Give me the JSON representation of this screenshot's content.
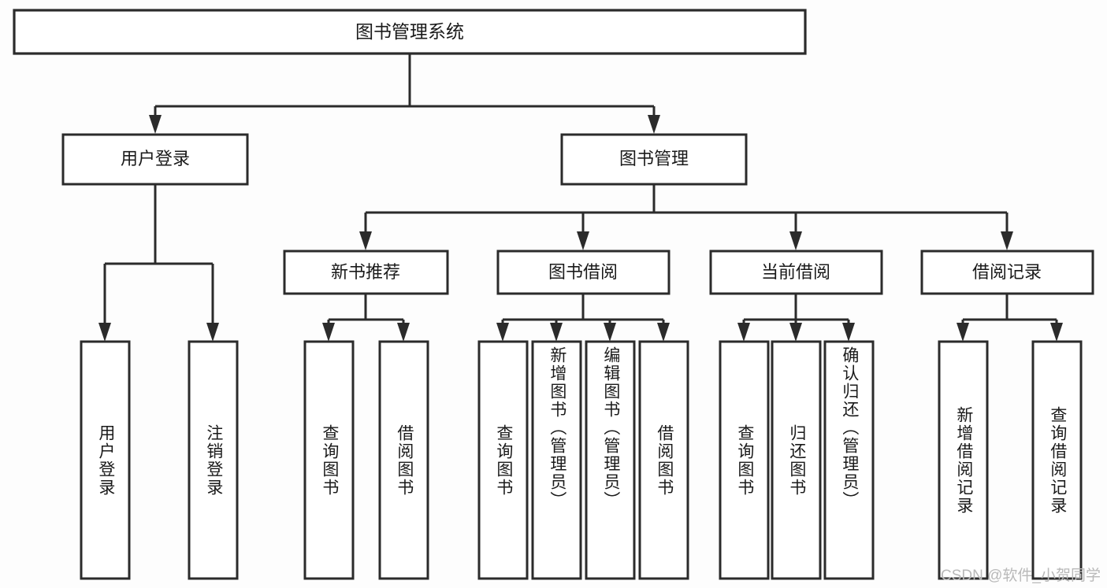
{
  "diagram": {
    "title": "图书管理系统",
    "type": "tree",
    "watermark": "CSDN @软件_小贺同学",
    "colors": {
      "box_stroke": "#2b2b2b",
      "box_fill": "#ffffff",
      "connector": "#2b2b2b",
      "background": "#fdfdfd",
      "text": "#1a1a1a",
      "watermark": "#b9b9b9"
    },
    "root": {
      "id": "root",
      "label": "图书管理系统"
    },
    "level2": [
      {
        "id": "user-login",
        "label": "用户登录"
      },
      {
        "id": "book-management",
        "label": "图书管理"
      }
    ],
    "level3": [
      {
        "id": "new-book-recommend",
        "label": "新书推荐",
        "parent": "book-management"
      },
      {
        "id": "book-borrow",
        "label": "图书借阅",
        "parent": "book-management"
      },
      {
        "id": "current-borrow",
        "label": "当前借阅",
        "parent": "book-management"
      },
      {
        "id": "borrow-record",
        "label": "借阅记录",
        "parent": "book-management"
      }
    ],
    "leaves": [
      {
        "id": "leaf-user-login",
        "label": "用户登录",
        "parent": "user-login"
      },
      {
        "id": "leaf-user-logout",
        "label": "注销登录",
        "parent": "user-login"
      },
      {
        "id": "leaf-query-book-1",
        "label": "查询图书",
        "parent": "new-book-recommend"
      },
      {
        "id": "leaf-borrow-book-1",
        "label": "借阅图书",
        "parent": "new-book-recommend"
      },
      {
        "id": "leaf-query-book-2",
        "label": "查询图书",
        "parent": "book-borrow"
      },
      {
        "id": "leaf-add-book",
        "label": "新增图书（管理员）",
        "parent": "book-borrow"
      },
      {
        "id": "leaf-edit-book",
        "label": "编辑图书（管理员）",
        "parent": "book-borrow"
      },
      {
        "id": "leaf-borrow-book-2",
        "label": "借阅图书",
        "parent": "book-borrow"
      },
      {
        "id": "leaf-query-book-3",
        "label": "查询图书",
        "parent": "current-borrow"
      },
      {
        "id": "leaf-return-book",
        "label": "归还图书",
        "parent": "current-borrow"
      },
      {
        "id": "leaf-confirm-return",
        "label": "确认归还（管理员）",
        "parent": "current-borrow"
      },
      {
        "id": "leaf-add-record",
        "label": "新增借阅记录",
        "parent": "borrow-record"
      },
      {
        "id": "leaf-query-record",
        "label": "查询借阅记录",
        "parent": "borrow-record"
      }
    ]
  }
}
